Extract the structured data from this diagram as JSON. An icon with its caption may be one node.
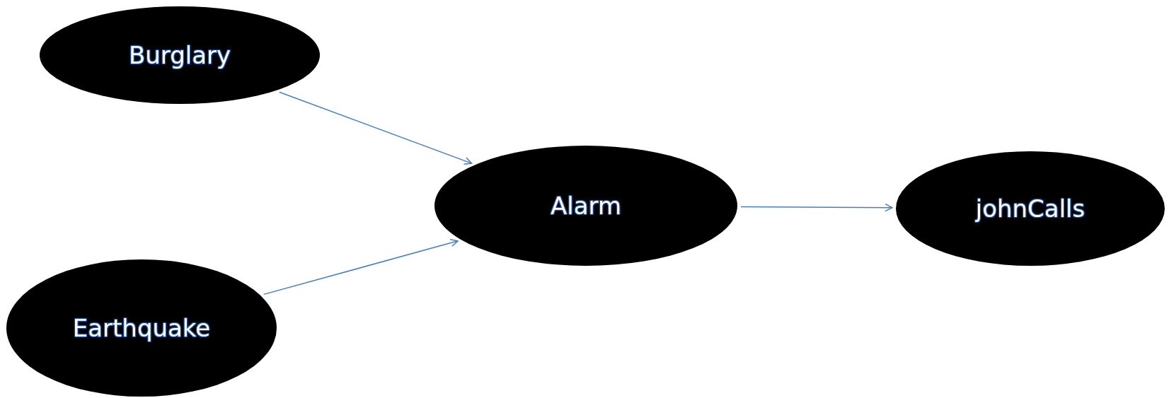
{
  "diagram": {
    "nodes": [
      {
        "text": [
          "Burglary"
        ]
      },
      {
        "text": [
          "Earthquake"
        ]
      },
      {
        "text": [
          "Alarm"
        ]
      },
      {
        "text": [
          "johnCalls"
        ]
      }
    ],
    "edges": [
      {
        "from": 0,
        "to": 2,
        "arrow": "to"
      },
      {
        "from": 1,
        "to": 2,
        "arrow": "to"
      },
      {
        "from": 2,
        "to": 3,
        "arrow": "to"
      }
    ]
  }
}
